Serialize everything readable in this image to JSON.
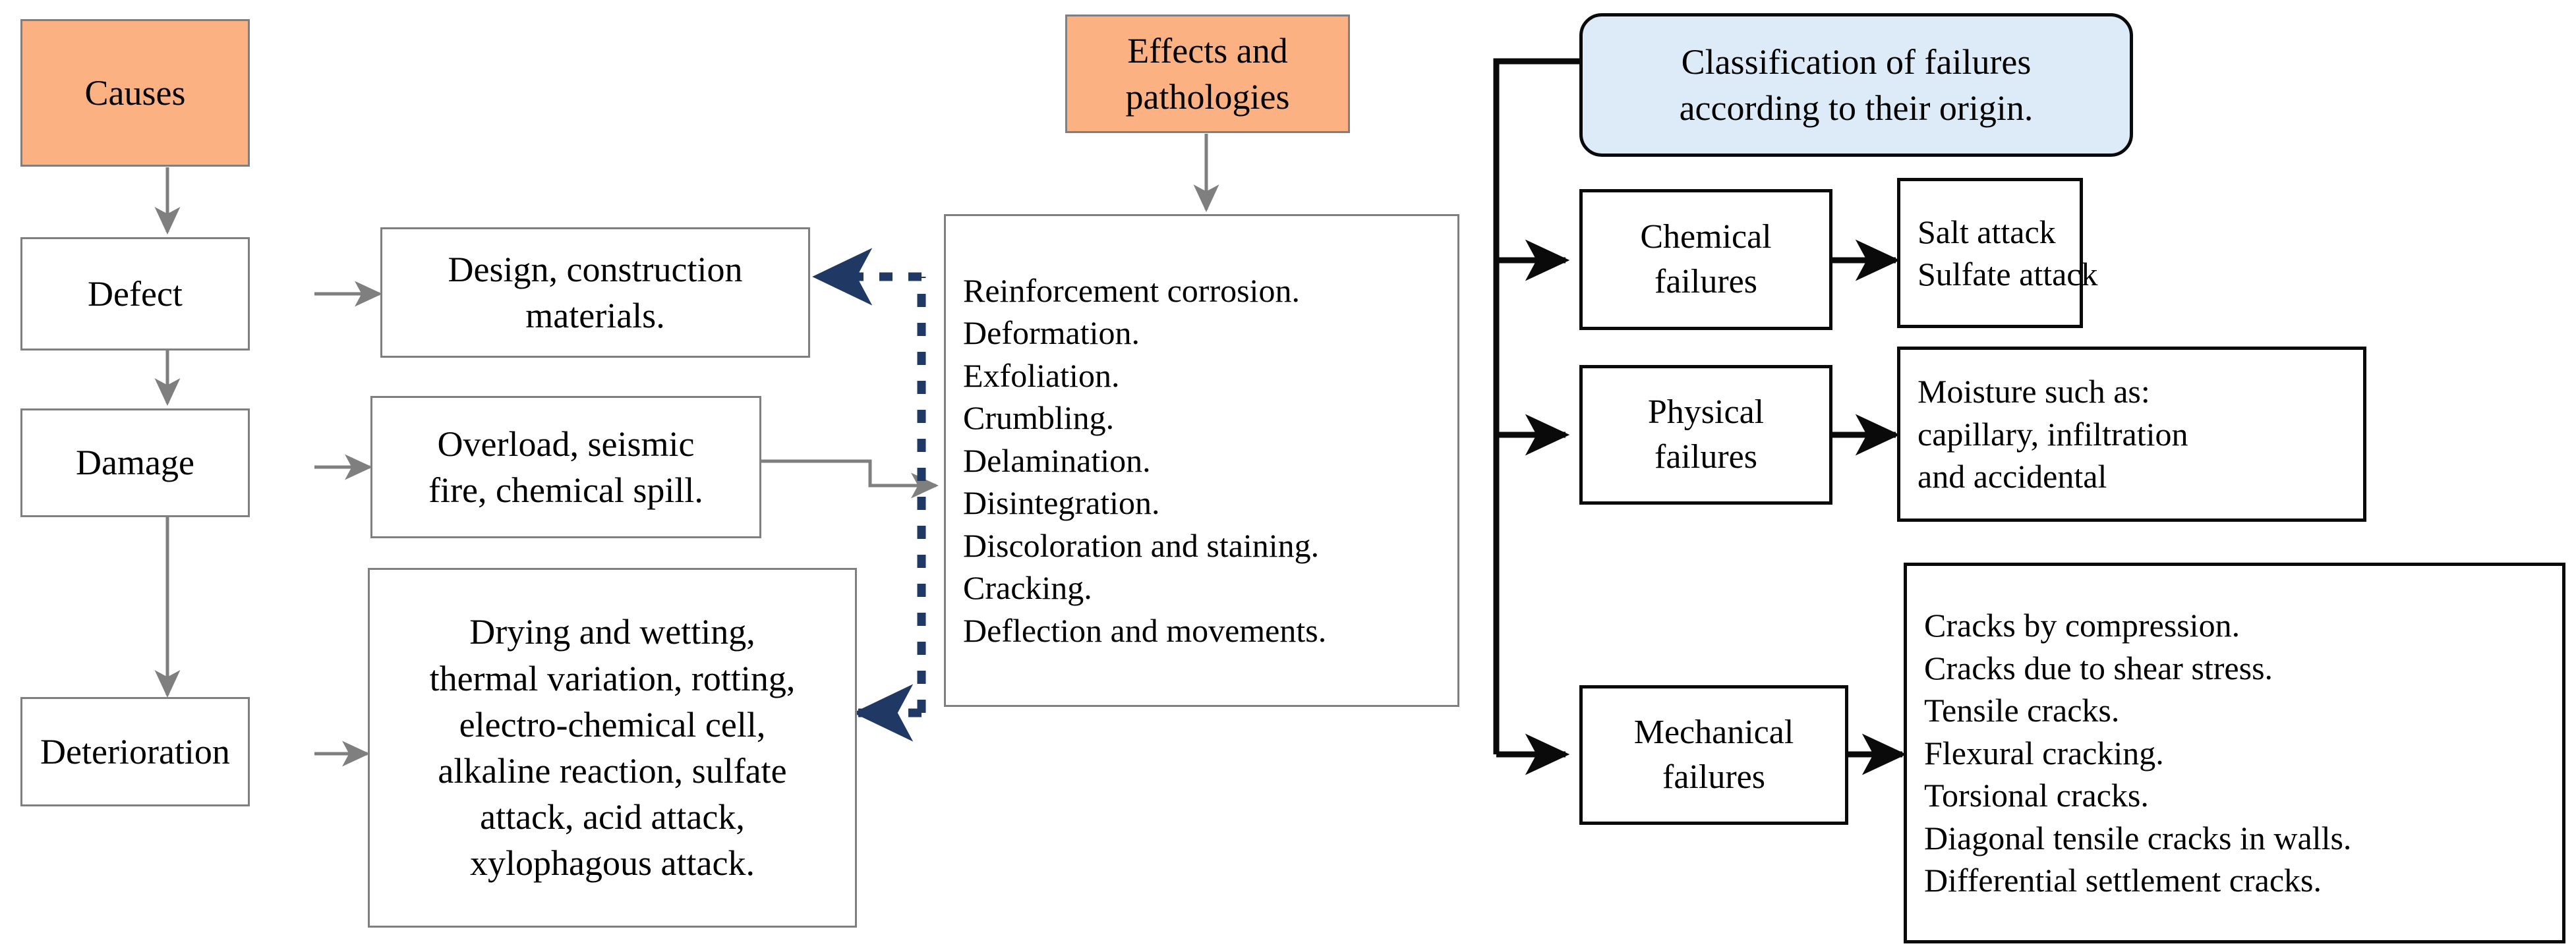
{
  "colors": {
    "accent_orange": "#fcb183",
    "accent_blue": "#dcebf7",
    "grey_border": "#7f7f7f",
    "black_border": "#0a0a0a",
    "feedback_arrow": "#1f3864"
  },
  "left_column": {
    "header": "Causes",
    "stages": [
      {
        "label": "Defect"
      },
      {
        "label": "Damage"
      },
      {
        "label": "Deterioration"
      }
    ],
    "details": [
      {
        "lines": [
          "Design, construction",
          "materials."
        ]
      },
      {
        "lines": [
          "Overload, seismic",
          "fire, chemical spill."
        ]
      },
      {
        "lines": [
          "Drying and wetting,",
          "thermal variation, rotting,",
          "electro-chemical cell,",
          "alkaline reaction, sulfate",
          "attack, acid attack,",
          "xylophagous attack."
        ]
      }
    ]
  },
  "middle_column": {
    "header_lines": [
      "Effects and",
      "pathologies"
    ],
    "effects": [
      "Reinforcement corrosion.",
      "Deformation.",
      "Exfoliation.",
      "Crumbling.",
      "Delamination.",
      "Disintegration.",
      "Discoloration and staining.",
      "Cracking.",
      "Deflection and movements."
    ]
  },
  "right_column": {
    "header_lines": [
      "Classification of failures",
      "according to their origin."
    ],
    "categories": [
      {
        "name_lines": [
          "Chemical",
          "failures"
        ],
        "items": [
          "Salt attack",
          "Sulfate attack"
        ]
      },
      {
        "name_lines": [
          "Physical",
          "failures"
        ],
        "items": [
          "Moisture such as:",
          "capillary, infiltration",
          "and accidental"
        ]
      },
      {
        "name_lines": [
          "Mechanical",
          "failures"
        ],
        "items": [
          "Cracks by compression.",
          "Cracks due to shear stress.",
          "Tensile cracks.",
          "Flexural cracking.",
          "Torsional cracks.",
          "Diagonal tensile cracks in walls.",
          "Differential settlement cracks."
        ]
      }
    ]
  }
}
